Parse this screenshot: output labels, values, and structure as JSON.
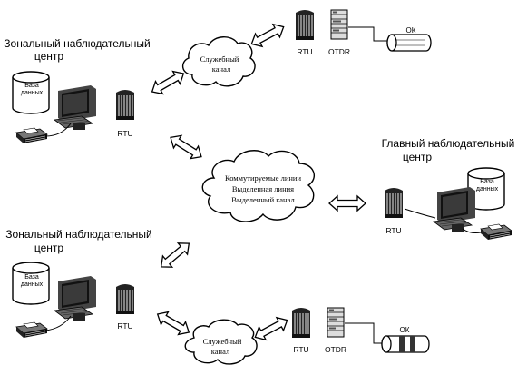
{
  "zonal_center_top": {
    "title_line1": "Зональный наблюдательный",
    "title_line2": "центр",
    "db_label_line1": "База",
    "db_label_line2": "данных",
    "rtu_label": "RTU"
  },
  "zonal_center_bottom": {
    "title_line1": "Зональный наблюдательный",
    "title_line2": "центр",
    "db_label_line1": "База",
    "db_label_line2": "данных",
    "rtu_label": "RTU"
  },
  "main_center": {
    "title_line1": "Главный наблюдательный",
    "title_line2": "центр",
    "db_label_line1": "База",
    "db_label_line2": "данных",
    "rtu_label": "RTU"
  },
  "service_channel_top": {
    "line1": "Служебный",
    "line2": "канал"
  },
  "service_channel_bottom": {
    "line1": "Служебный",
    "line2": "канал"
  },
  "central_network": {
    "line1": "Коммутируемые линии",
    "line2": "Выделенная линия",
    "line3": "Выделенный канал"
  },
  "remote_site_top": {
    "rtu_label": "RTU",
    "otdr_label": "OTDR",
    "fiber_label": "ОК"
  },
  "remote_site_bottom": {
    "rtu_label": "RTU",
    "otdr_label": "OTDR",
    "fiber_label": "ОК"
  }
}
